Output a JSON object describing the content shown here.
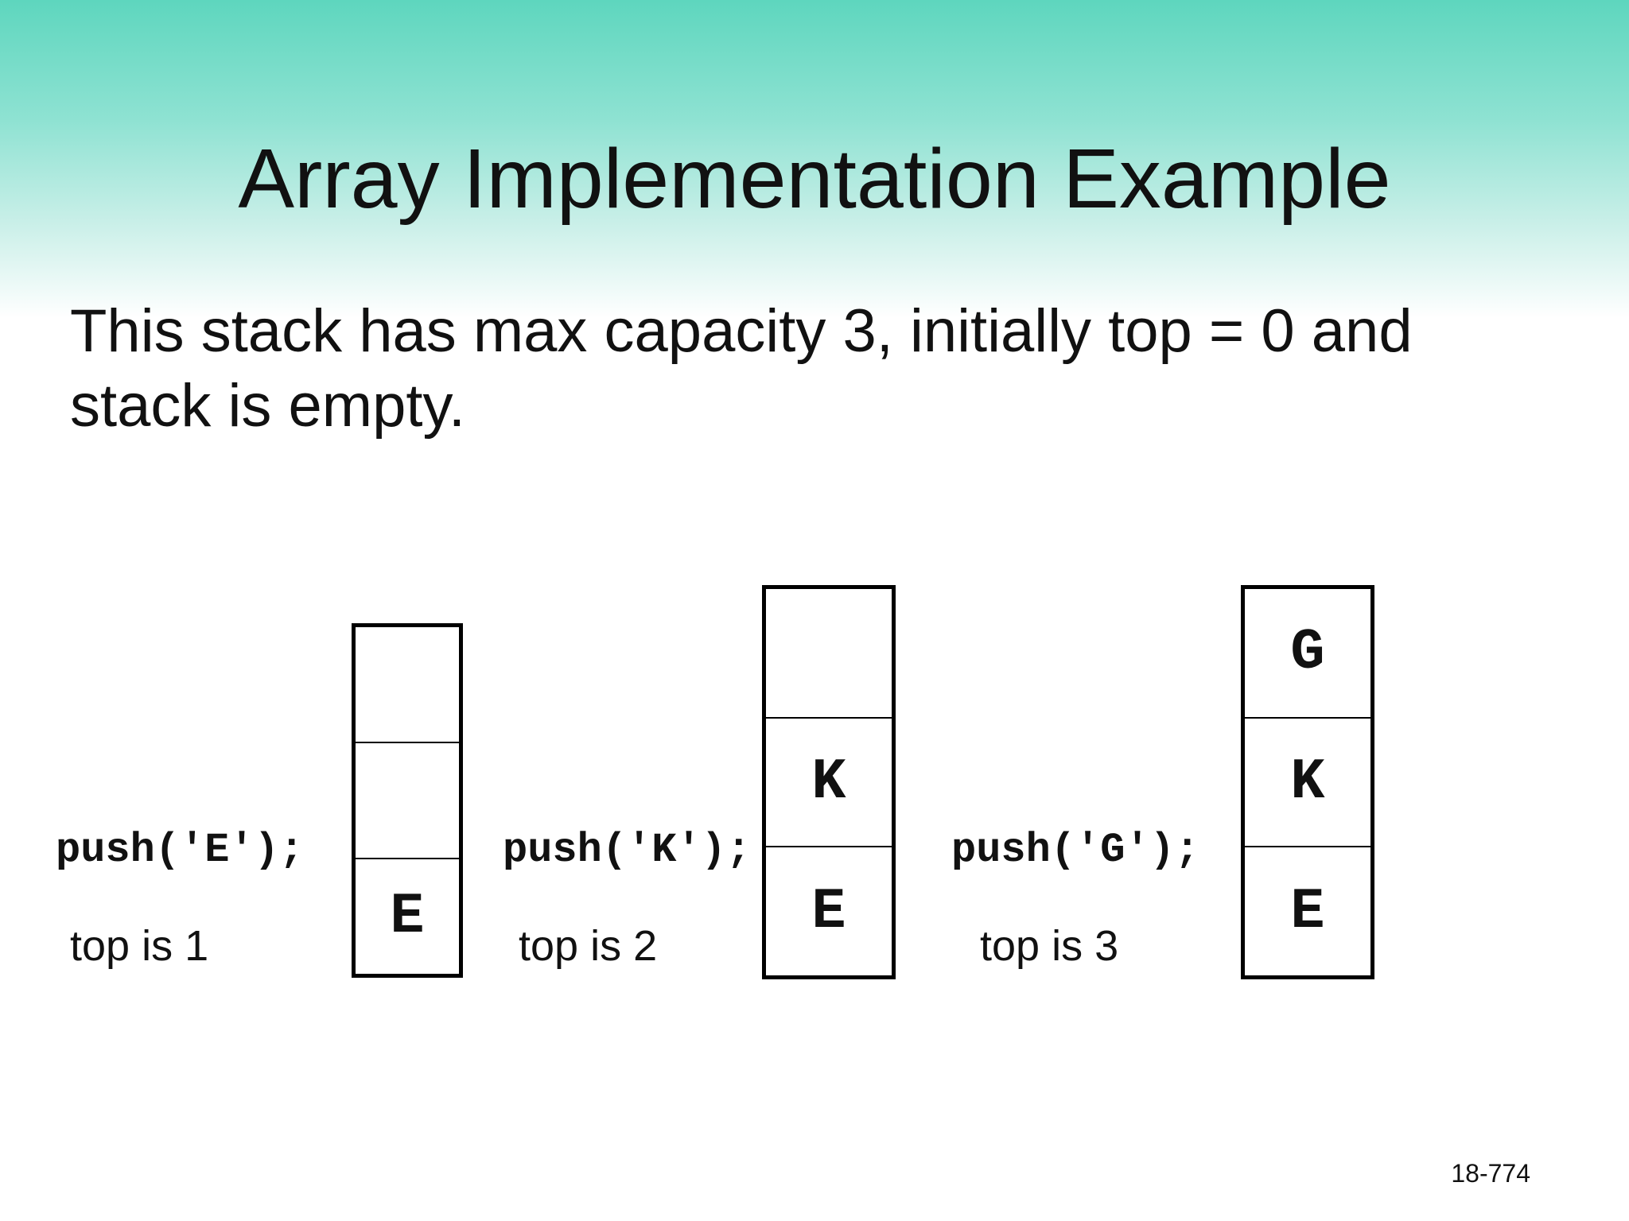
{
  "slide": {
    "title": "Array Implementation Example",
    "body_lines": [
      "This stack has max capacity 3, initially top = 0 and",
      "stack is empty."
    ],
    "page_number": "18-774"
  },
  "steps": [
    {
      "call": "push('E');",
      "top_text": "top is 1",
      "cells_top_to_bottom": [
        "",
        "",
        "E"
      ]
    },
    {
      "call": "push('K');",
      "top_text": "top is 2",
      "cells_top_to_bottom": [
        "",
        "K",
        "E"
      ]
    },
    {
      "call": "push('G');",
      "top_text": "top is 3",
      "cells_top_to_bottom": [
        "G",
        "K",
        "E"
      ]
    }
  ]
}
